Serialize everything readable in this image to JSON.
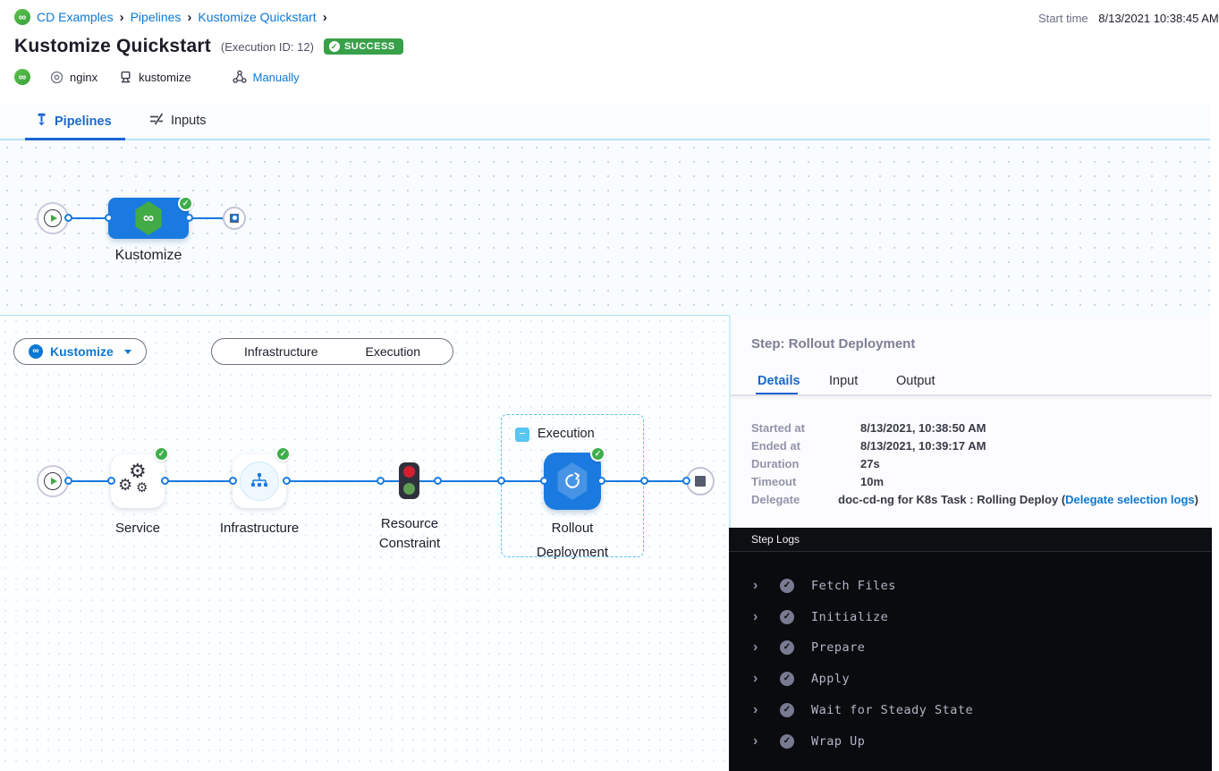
{
  "breadcrumb": {
    "separator": "›",
    "items": [
      "CD Examples",
      "Pipelines",
      "Kustomize Quickstart"
    ]
  },
  "header": {
    "title": "Kustomize Quickstart",
    "execution_id": "(Execution ID: 12)",
    "status": "SUCCESS",
    "service": "nginx",
    "environment": "kustomize",
    "trigger": "Manually",
    "start_time_label": "Start time",
    "start_time_value": "8/13/2021 10:38:45 AM"
  },
  "tabs": {
    "pipelines": "Pipelines",
    "inputs": "Inputs"
  },
  "stage_graph": {
    "stage_label": "Kustomize"
  },
  "execution_graph": {
    "stage_selector_label": "Kustomize",
    "view_toggle": {
      "left": "Infrastructure",
      "right": "Execution"
    },
    "nodes": {
      "service_label": "Service",
      "infrastructure_label": "Infrastructure",
      "resource_constraint_line1": "Resource",
      "resource_constraint_line2": "Constraint",
      "execution_group_label": "Execution",
      "rollout_line1": "Rollout",
      "rollout_line2": "Deployment"
    }
  },
  "details_panel": {
    "title": "Step: Rollout Deployment",
    "tabs": {
      "details": "Details",
      "input": "Input",
      "output": "Output"
    },
    "rows": {
      "started": {
        "label": "Started at",
        "value": "8/13/2021, 10:38:50 AM"
      },
      "ended": {
        "label": "Ended at",
        "value": "8/13/2021, 10:39:17 AM"
      },
      "duration": {
        "label": "Duration",
        "value": "27s"
      },
      "timeout": {
        "label": "Timeout",
        "value": "10m"
      },
      "delegate": {
        "label": "Delegate",
        "value_prefix": "doc-cd-ng for K8s Task : Rolling Deploy (",
        "link": "Delegate selection logs",
        "value_suffix": ")"
      }
    }
  },
  "step_logs": {
    "title": "Step Logs",
    "items": [
      "Fetch Files",
      "Initialize",
      "Prepare",
      "Apply",
      "Wait for Steady State",
      "Wrap Up"
    ]
  },
  "colors": {
    "link_blue": "#0b78d4",
    "active_tab_blue": "#1b62d2",
    "success_green": "#38a048",
    "node_blue": "#1a7ae0",
    "edge_blue": "#187ae2",
    "log_bg": "#0a0b0e"
  }
}
